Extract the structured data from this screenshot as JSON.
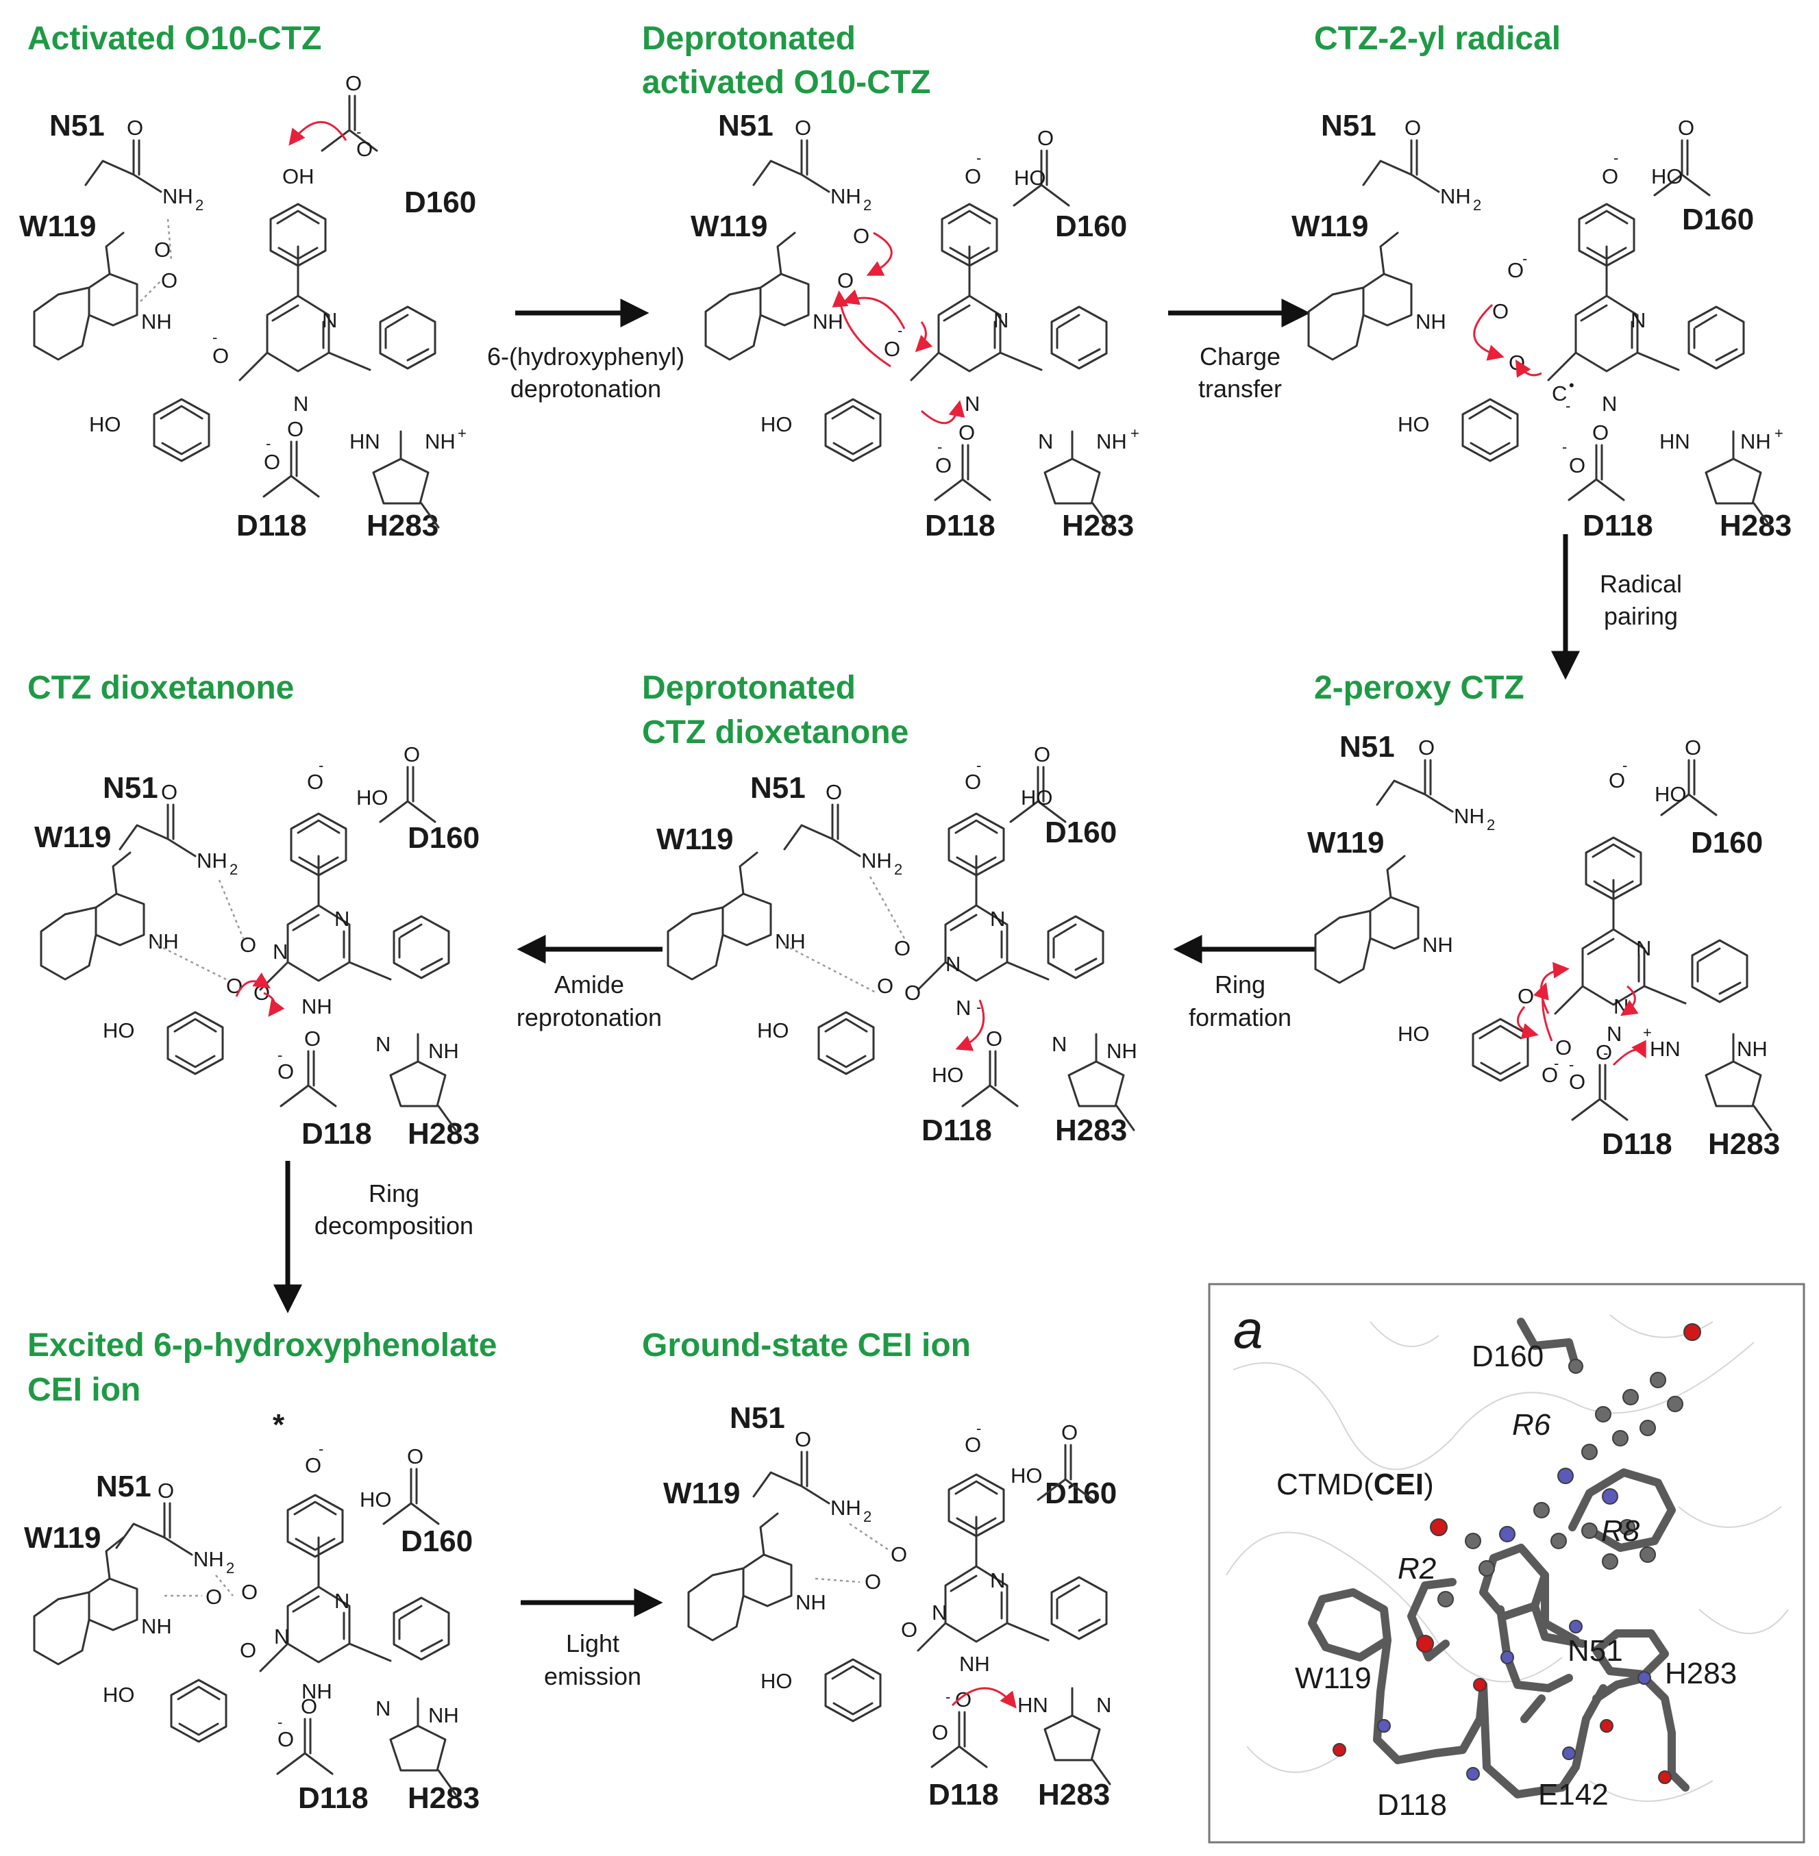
{
  "steps": [
    {
      "title_lines": [
        "Activated O10-CTZ"
      ]
    },
    {
      "title_lines": [
        "Deprotonated",
        "activated O10-CTZ"
      ]
    },
    {
      "title_lines": [
        "CTZ-2-yl radical"
      ]
    },
    {
      "title_lines": [
        "2-peroxy CTZ"
      ]
    },
    {
      "title_lines": [
        "Deprotonated",
        "CTZ dioxetanone"
      ]
    },
    {
      "title_lines": [
        "CTZ dioxetanone"
      ]
    },
    {
      "title_lines": [
        "Excited 6-p-hydroxyphenolate",
        "CEI ion"
      ]
    },
    {
      "title_lines": [
        "Ground-state CEI ion"
      ]
    }
  ],
  "transitions": [
    {
      "lines": [
        "6-(hydroxyphenyl)",
        "deprotonation"
      ]
    },
    {
      "lines": [
        "Charge",
        "transfer"
      ]
    },
    {
      "lines": [
        "Radical",
        "pairing"
      ]
    },
    {
      "lines": [
        "Ring",
        "formation"
      ]
    },
    {
      "lines": [
        "Amide",
        "reprotonation"
      ]
    },
    {
      "lines": [
        "Ring",
        "decomposition"
      ]
    },
    {
      "lines": [
        "Light",
        "emission"
      ]
    }
  ],
  "residues": {
    "n51": "N51",
    "w119": "W119",
    "d160": "D160",
    "d118": "D118",
    "h283": "H283"
  },
  "atoms": {
    "oh": "OH",
    "ho": "HO",
    "o": "O",
    "n": "N",
    "nh": "NH",
    "hn": "HN",
    "nh2": "NH",
    "c": "C",
    "minus": "-",
    "plus": "+",
    "dot": "•",
    "two": "2",
    "star": "*"
  },
  "panel_a": {
    "letter": "a",
    "compound_prefix": "CTMD(",
    "compound_bold": "CEI",
    "compound_suffix": ")",
    "labels": {
      "d160": "D160",
      "n51": "N51",
      "w119": "W119",
      "h283": "H283",
      "d118": "D118",
      "e142": "E142"
    },
    "groups": [
      {
        "text": "R6",
        "color": "#e8a21e"
      },
      {
        "text": "R8",
        "color": "#e8203a"
      },
      {
        "text": "R2",
        "color": "#2aa8e0"
      }
    ]
  },
  "colors": {
    "title": "#1e9a45",
    "mechanism_arrow": "#e8203a",
    "oxygen": "#d01818",
    "nitrogen": "#5a5ab8",
    "carbon": "#6a6a6a"
  }
}
